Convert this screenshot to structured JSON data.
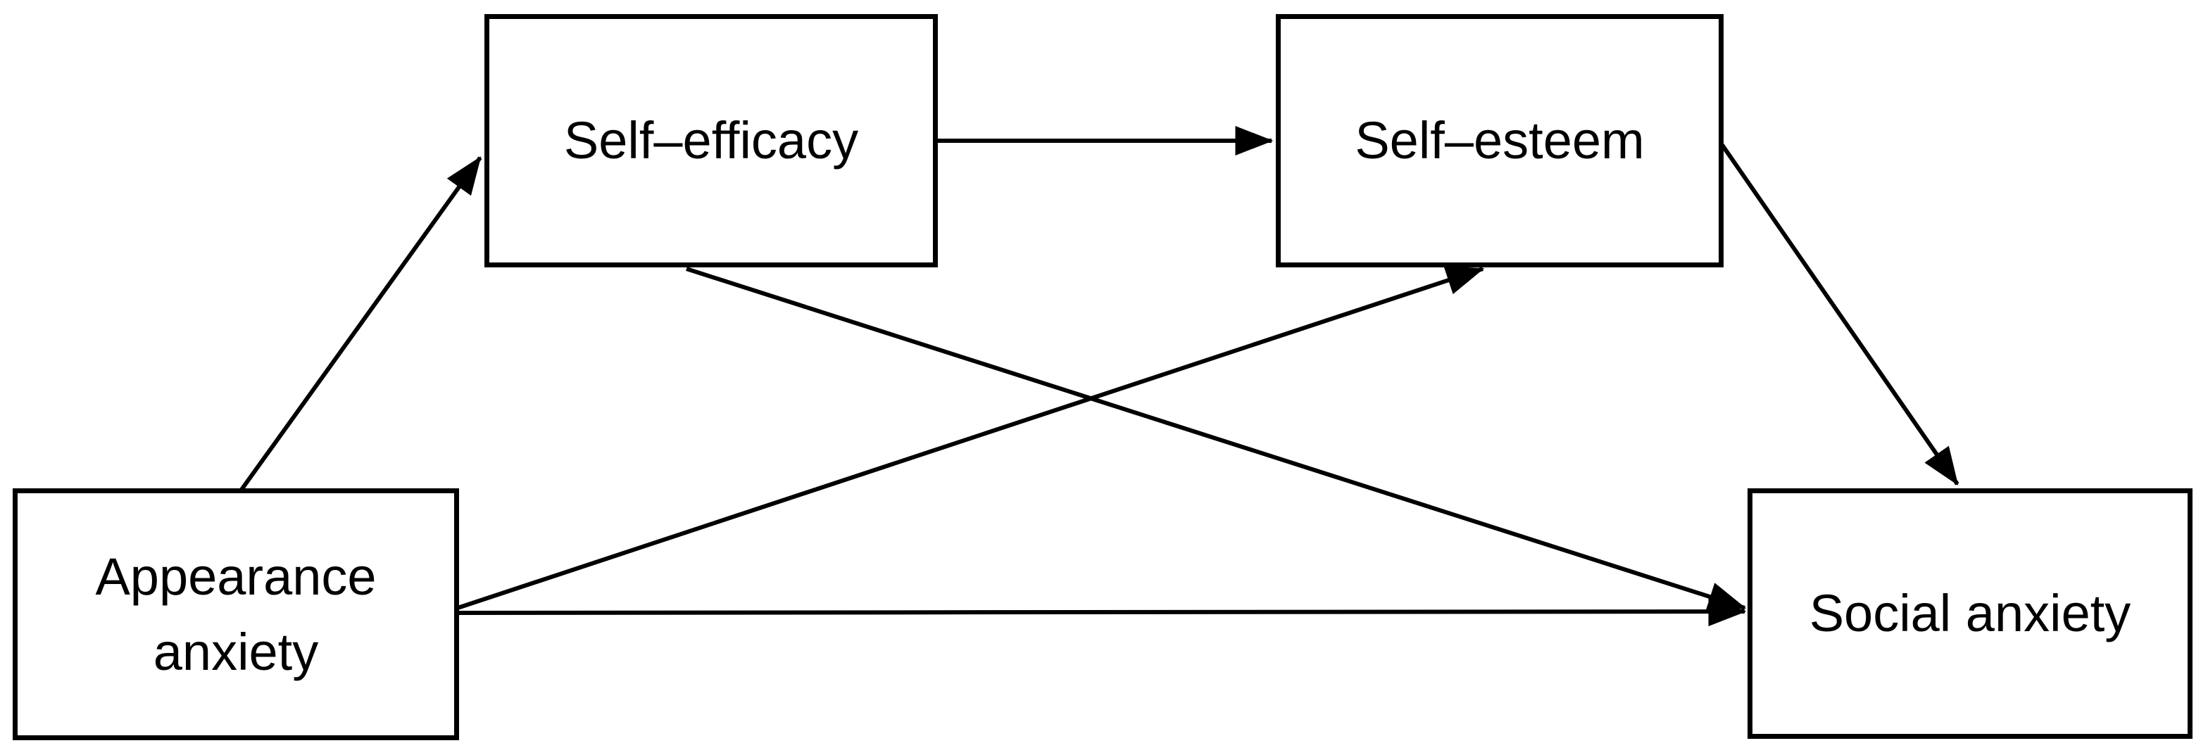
{
  "diagram": {
    "background_color": "#ffffff",
    "line_color": "#000000",
    "text_color": "#000000"
  },
  "nodes": [
    {
      "id": "self-efficacy",
      "label": "Self–efficacy"
    },
    {
      "id": "self-esteem",
      "label": "Self–esteem"
    },
    {
      "id": "appearance-anxiety",
      "label": "Appearance anxiety"
    },
    {
      "id": "social-anxiety",
      "label": "Social anxiety"
    }
  ],
  "edges": [
    {
      "from": "appearance-anxiety",
      "to": "self-efficacy",
      "style": "arrow"
    },
    {
      "from": "self-efficacy",
      "to": "self-esteem",
      "style": "arrow"
    },
    {
      "from": "self-esteem",
      "to": "social-anxiety",
      "style": "arrow"
    },
    {
      "from": "appearance-anxiety",
      "to": "self-esteem",
      "style": "arrow"
    },
    {
      "from": "self-efficacy",
      "to": "social-anxiety",
      "style": "arrow"
    },
    {
      "from": "appearance-anxiety",
      "to": "social-anxiety",
      "style": "arrow"
    }
  ]
}
